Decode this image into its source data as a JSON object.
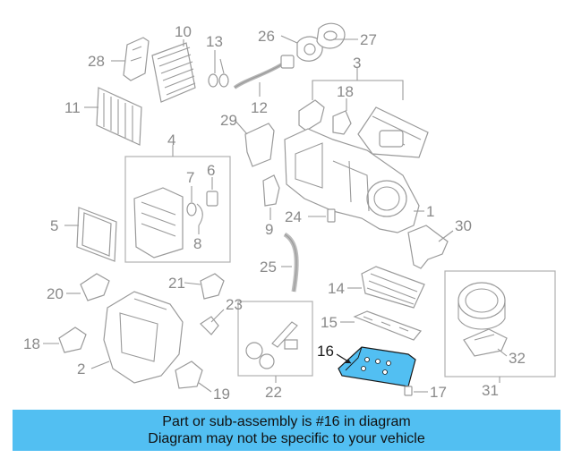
{
  "diagram": {
    "callouts": [
      "1",
      "2",
      "3",
      "4",
      "5",
      "6",
      "7",
      "8",
      "9",
      "10",
      "11",
      "12",
      "13",
      "14",
      "15",
      "16",
      "17",
      "18",
      "19",
      "20",
      "21",
      "22",
      "23",
      "24",
      "25",
      "26",
      "27",
      "28",
      "29",
      "30",
      "31",
      "32"
    ],
    "highlighted_part": "16",
    "highlight_color": "#52bff2"
  },
  "banner": {
    "line1": "Part or sub-assembly is #16 in diagram",
    "line2": "Diagram may not be specific to your vehicle",
    "color": "#52bff2"
  }
}
